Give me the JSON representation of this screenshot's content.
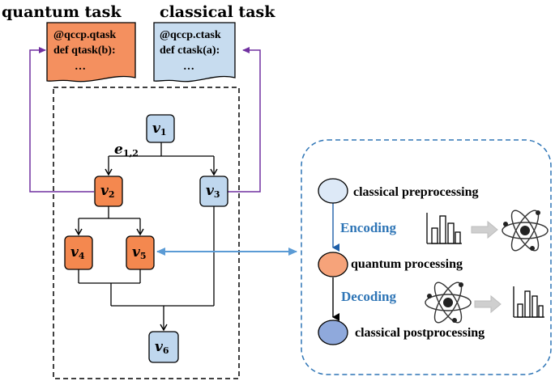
{
  "colors": {
    "quantum_fill": "#f4905f",
    "classical_fill": "#c7dcef",
    "node_classical": "#bfd7ee",
    "node_quantum": "#f4884f",
    "purple": "#7030a0",
    "blue_arrow": "#5b9bd5",
    "dashed_blue": "#2e75b6",
    "codec_text": "#2e75b6",
    "pre_circle": "#dde9f7",
    "q_circle": "#f6a37a",
    "post_circle": "#8fa9dc"
  },
  "headers": {
    "quantum": "quantum task",
    "classical": "classical task"
  },
  "quantum_doc": {
    "line1": "@qccp.qtask",
    "line2": "def qtask(b):",
    "line3": "…"
  },
  "classical_doc": {
    "line1": "@qccp.ctask",
    "line2": "def ctask(a):",
    "line3": "…"
  },
  "edge_label": {
    "main": "e",
    "sub": "1,2"
  },
  "nodes": [
    {
      "label": "v",
      "sub": "1",
      "kind": "classical"
    },
    {
      "label": "v",
      "sub": "2",
      "kind": "quantum"
    },
    {
      "label": "v",
      "sub": "3",
      "kind": "classical"
    },
    {
      "label": "v",
      "sub": "4",
      "kind": "quantum"
    },
    {
      "label": "v",
      "sub": "5",
      "kind": "quantum"
    },
    {
      "label": "v",
      "sub": "6",
      "kind": "classical"
    }
  ],
  "stages": {
    "pre": "classical preprocessing",
    "quantum": "quantum processing",
    "post": "classical postprocessing"
  },
  "codec": {
    "encoding": "Encoding",
    "decoding": "Decoding"
  },
  "icons": [
    "bar-chart-icon",
    "atom-icon",
    "gray-arrow-icon"
  ]
}
